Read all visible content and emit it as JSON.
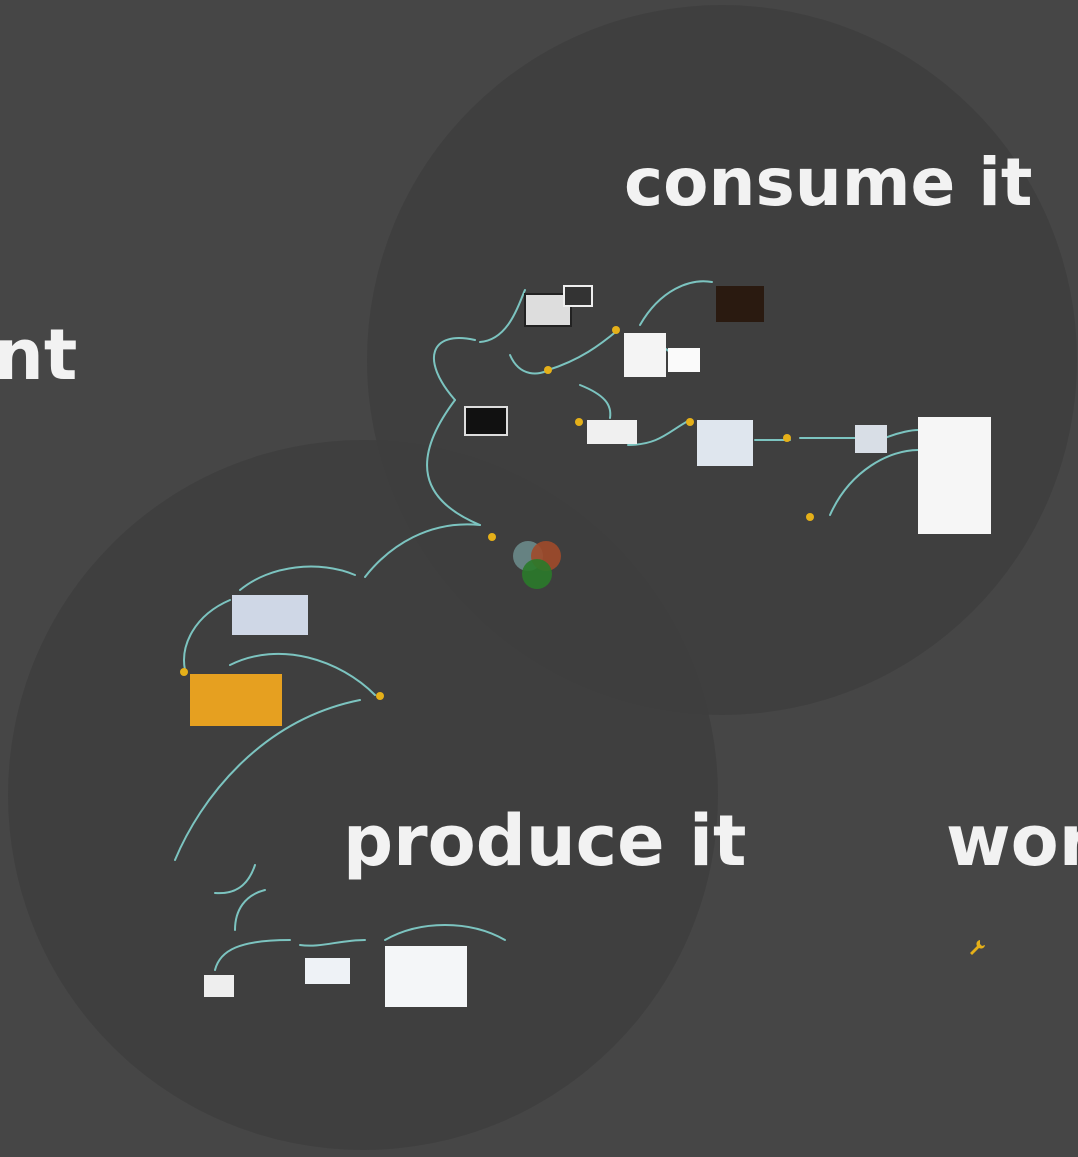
{
  "canvas": {
    "background": "#464646",
    "circle_fill": "#3e3e3e",
    "path_color": "#7cc4c0",
    "marker_color": "#e5b019"
  },
  "topics": {
    "consume": "consume it",
    "produce": "produce it",
    "left_partial": "nt",
    "right_partial": "wor"
  },
  "icons": {
    "tool": "wrench-icon",
    "topic_marker": "pin-icon"
  }
}
